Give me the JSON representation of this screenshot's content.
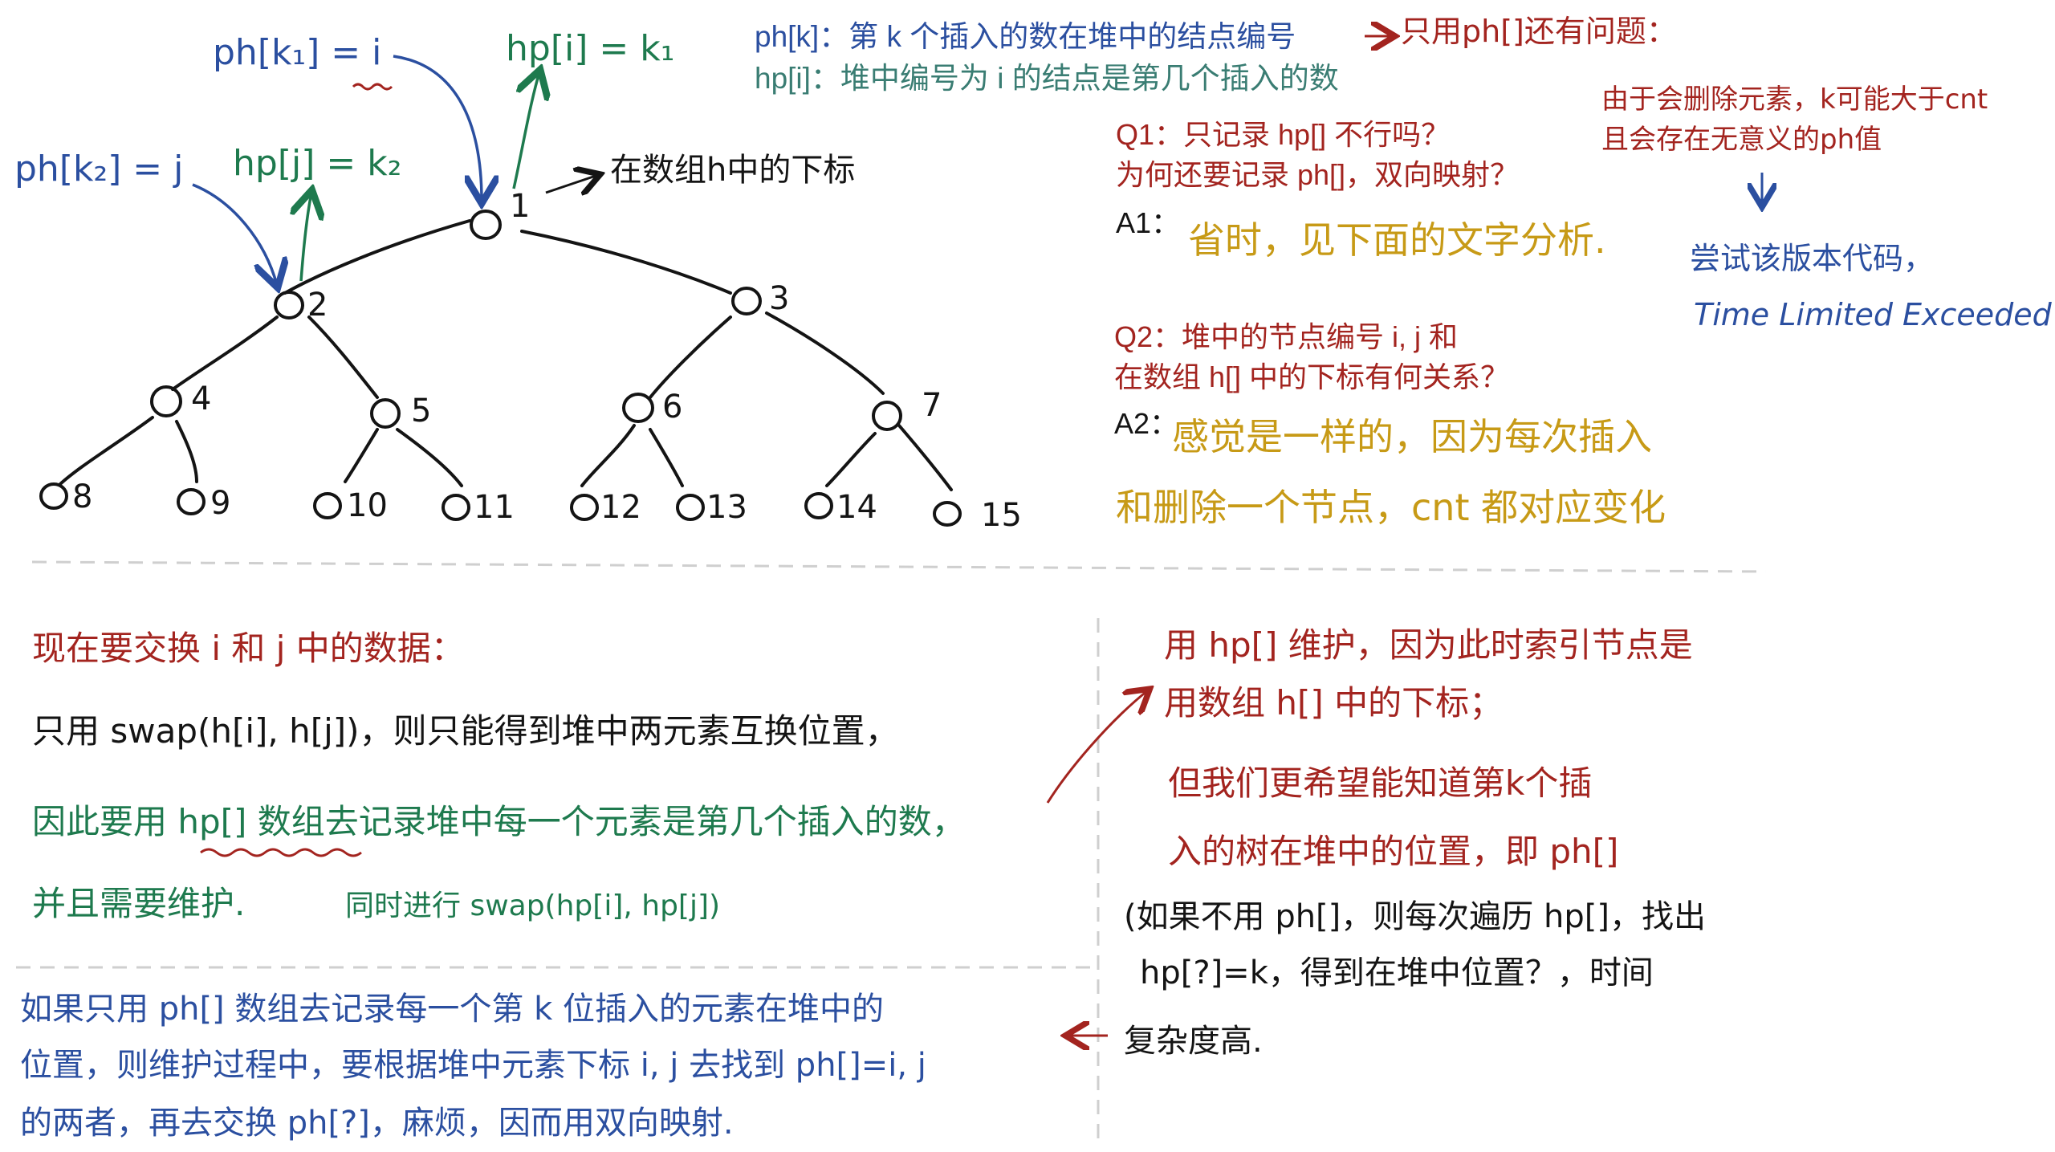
{
  "colors": {
    "blue": "#2b4fa0",
    "green": "#1e7a4e",
    "red": "#a3241f",
    "gold": "#c79a16",
    "black": "#141414",
    "teal": "#3a7d73",
    "divider": "#cfcfcf"
  },
  "tree": {
    "nodes": [
      "1",
      "2",
      "3",
      "4",
      "5",
      "6",
      "7",
      "8",
      "9",
      "10",
      "11",
      "12",
      "13",
      "14",
      "15"
    ],
    "label_index": "在数组h中的下标",
    "ph_k1": "ph[k₁] = i",
    "hp_i": "hp[i] = k₁",
    "ph_k2": "ph[k₂] = j",
    "hp_j": "hp[j] = k₂"
  },
  "definitions": {
    "ph_def": "ph[k]：第 k 个插入的数在堆中的结点编号",
    "ph_note": "只用ph[]还有问题：",
    "hp_def": "hp[i]：堆中编号为 i 的结点是第几个插入的数"
  },
  "qa": {
    "q1_line1": "Q1：只记录 hp[] 不行吗？",
    "q1_line2": "为何还要记录 ph[]，双向映射？",
    "a1_label": "A1：",
    "a1_text": "省时，见下面的文字分析.",
    "side_note_1": "由于会删除元素，k可能大于cnt",
    "side_note_2": "且会存在无意义的ph值",
    "side_note_3": "尝试该版本代码，",
    "side_note_4": "Time Limited Exceeded",
    "q2_line1": "Q2：堆中的节点编号 i, j 和",
    "q2_line2": "在数组 h[] 中的下标有何关系？",
    "a2_label": "A2：",
    "a2_line1": "感觉是一样的，因为每次插入",
    "a2_line2": "和删除一个节点，cnt 都对应变化"
  },
  "left_notes": {
    "l1": "现在要交换 i 和 j 中的数据：",
    "l2": "只用 swap(h[i], h[j])，则只能得到堆中两元素互换位置，",
    "l3": "因此要用 hp[] 数组去记录堆中每一个元素是第几个插入的数，",
    "l4a": "并且需要维护.",
    "l4b": "同时进行 swap(hp[i], hp[j])",
    "b1": "如果只用 ph[] 数组去记录每一个第 k 位插入的元素在堆中的",
    "b2": "位置，则维护过程中，要根据堆中元素下标 i, j 去找到 ph[]=i, j",
    "b3": "的两者，再去交换 ph[?]，麻烦，因而用双向映射."
  },
  "right_notes": {
    "r1": "用 hp[] 维护，因为此时索引节点是",
    "r2": "用数组 h[] 中的下标；",
    "r3": "但我们更希望能知道第k个插",
    "r4": "入的树在堆中的位置，即 ph[]",
    "r5": "(如果不用 ph[]，则每次遍历 hp[]，找出",
    "r6": "hp[?]=k，得到在堆中位置？，时间",
    "r7": "复杂度高."
  }
}
